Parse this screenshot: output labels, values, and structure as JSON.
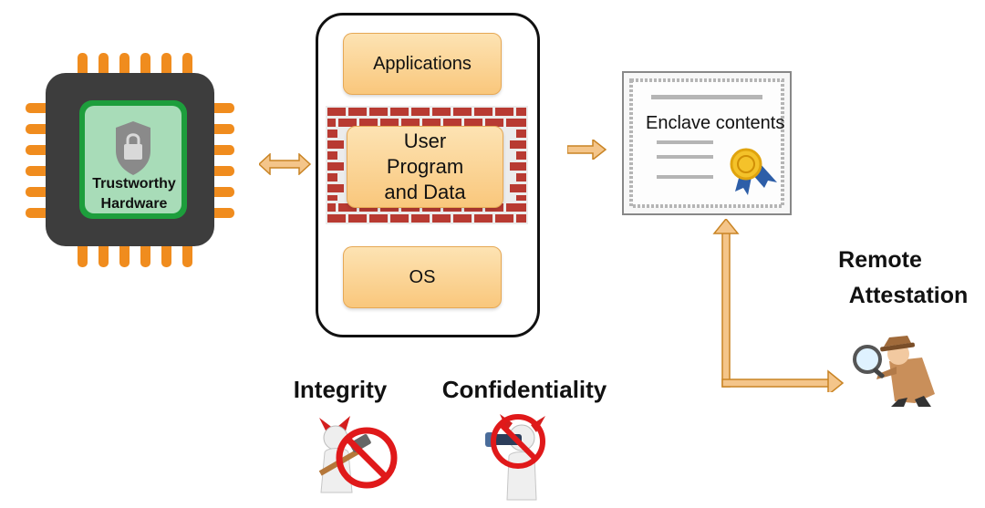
{
  "chip": {
    "label_line1": "Trustworthy",
    "label_line2": "Hardware",
    "icon": "lock-shield-icon"
  },
  "stack": {
    "applications": "Applications",
    "user_line1": "User",
    "user_line2": "Program",
    "user_line3": "and Data",
    "os": "OS"
  },
  "certificate": {
    "text": "Enclave contents",
    "icon": "seal-ribbon-icon"
  },
  "remote": {
    "line1": "Remote",
    "line2": "Attestation",
    "icon": "detective-magnifier-icon"
  },
  "threats": {
    "integrity": "Integrity",
    "confidentiality": "Confidentiality",
    "integrity_icon": "devil-hammer-prohibited-icon",
    "confidentiality_icon": "devil-spyglass-prohibited-icon"
  },
  "colors": {
    "arrow": "#d48a28",
    "chip_pin": "#f08c1e",
    "chip_body": "#3d3d3d",
    "chip_core": "#22a845",
    "brick": "#b83a32",
    "prohibit": "#e0191a"
  }
}
